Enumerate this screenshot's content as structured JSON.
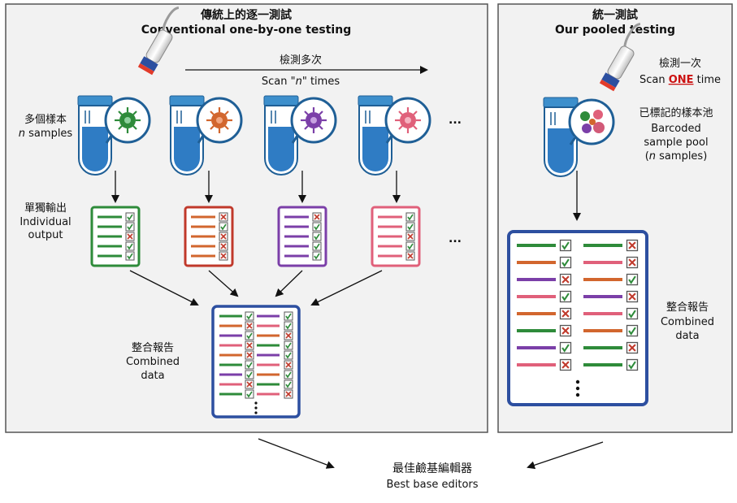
{
  "left_panel": {
    "title_zh": "傳統上的逐一測試",
    "title_en": "Conventional one-by-one testing",
    "scan_zh": "檢測多次",
    "scan_en_pre": "Scan ",
    "scan_en_n": "\"n\"",
    "scan_en_post": " times",
    "samples_zh": "多個樣本",
    "samples_en_n": "n",
    "samples_en_rest": " samples",
    "output_zh": "單獨輸出",
    "output_en_1": "Individual",
    "output_en_2": "output",
    "combined_zh": "整合報告",
    "combined_en_1": "Combined",
    "combined_en_2": "data",
    "ellipsis": "..."
  },
  "right_panel": {
    "title_zh": "統一測試",
    "title_en": "Our pooled testing",
    "scan_zh": "檢測一次",
    "scan_en_pre": "Scan ",
    "scan_en_one": "ONE",
    "scan_en_post": " time",
    "pool_zh": "已標記的樣本池",
    "pool_en_1": "Barcoded",
    "pool_en_2": "sample pool",
    "pool_en_3_pre": "(",
    "pool_en_3_n": "n",
    "pool_en_3_post": " samples)",
    "combined_zh": "整合報告",
    "combined_en_1": "Combined",
    "combined_en_2": "data"
  },
  "bottom": {
    "result_zh": "最佳鹼基編輯器",
    "result_en": "Best base editors"
  },
  "colors": {
    "panel_bg": "#f2f2f2",
    "panel_border": "#555555",
    "tube_blue": "#2f7cc4",
    "tube_cap": "#3d8fcc",
    "green": "#2e8b3a",
    "red": "#c0392b",
    "purple": "#7b3fa8",
    "pink": "#e0607a",
    "orange": "#d2662e",
    "report_blue": "#2d4fa0",
    "accent_red": "#cc1111"
  }
}
